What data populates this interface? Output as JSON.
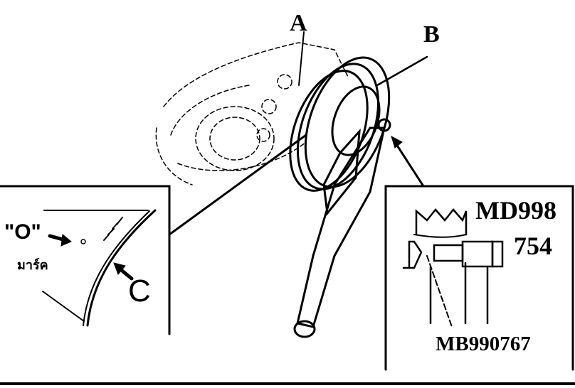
{
  "labels": {
    "a": "A",
    "b": "B",
    "c": "C",
    "zero_mark": "\"O\"",
    "mark_thai": "มาร์ค",
    "tool_1_line1": "MD998",
    "tool_1_line2": "754",
    "tool_2": "MB990767"
  }
}
